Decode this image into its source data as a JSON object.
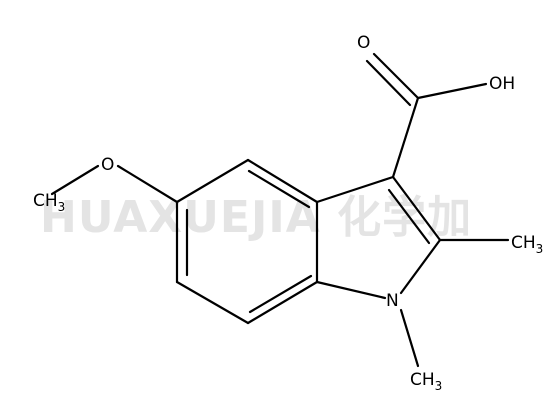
{
  "watermark": {
    "text": "HUAXUEJIA 化学加"
  },
  "molecule": {
    "atom_labels": {
      "carbonyl_oxygen": "O",
      "hydroxyl": "OH",
      "ether_oxygen": "O",
      "methoxy_carbon": "CH",
      "methoxy_subscript": "3",
      "c2_methyl": "CH",
      "c2_methyl_subscript": "3",
      "ring_nitrogen": "N",
      "n_methyl": "CH",
      "n_methyl_subscript": "3"
    }
  }
}
